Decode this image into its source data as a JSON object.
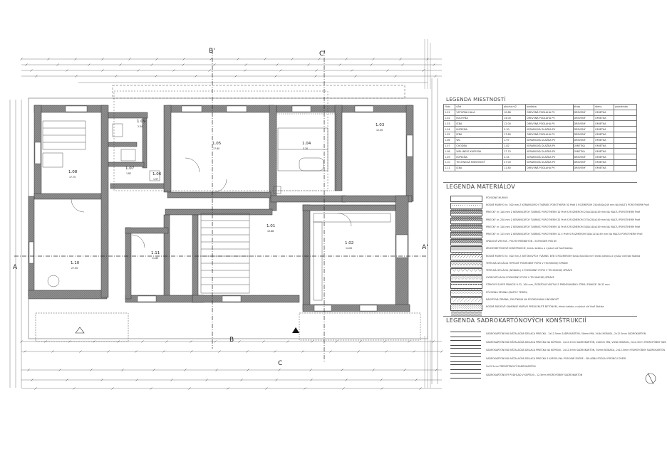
{
  "section_marks": {
    "A": "A",
    "A_prime": "A'",
    "B_top": "B'",
    "B_bottom": "B",
    "C_top": "C'",
    "C_bottom": "C"
  },
  "rooms": [
    {
      "num": "1.01",
      "area": "10.88"
    },
    {
      "num": "1.02",
      "area": "14.00"
    },
    {
      "num": "1.03",
      "area": "12.00"
    },
    {
      "num": "1.04",
      "area": "5.30"
    },
    {
      "num": "1.05",
      "area": "17.80"
    },
    {
      "num": "1.06",
      "area": "1.97"
    },
    {
      "num": "1.07",
      "area": "1.82"
    },
    {
      "num": "1.08",
      "area": "17.70"
    },
    {
      "num": "1.09",
      "area": "2.54"
    },
    {
      "num": "1.10",
      "area": "27.00"
    },
    {
      "num": "1.11",
      "area": "11.80"
    }
  ],
  "room_table": {
    "title": "LEGENDA MIESTNOSTÍ",
    "headers": [
      "číslo",
      "účel",
      "plocha m2",
      "podlaha",
      "strop",
      "steny",
      "poznámka"
    ],
    "rows": [
      [
        "1.01",
        "VSTUPNÁ HALA",
        "10.88",
        "DREVENÁ PODLAHA PV",
        "DREVENÝ",
        "OMIETKA",
        ""
      ],
      [
        "1.02",
        "KUCHYŇA",
        "14.00",
        "DREVENÁ PODLAHA PV",
        "DREVENÝ",
        "OMIETKA",
        ""
      ],
      [
        "1.03",
        "IZBA",
        "12.00",
        "DREVENÁ PODLAHA PV",
        "DREVENÝ",
        "OMIETKA",
        ""
      ],
      [
        "1.04",
        "KÚPEĽŇA",
        "5.30",
        "KERAMICKÁ DLAŽBA PV",
        "DREVENÝ",
        "OMIETKA",
        ""
      ],
      [
        "1.05",
        "IZBA",
        "17.80",
        "DREVENÁ PODLAHA PV",
        "DREVENÝ",
        "OMIETKA",
        ""
      ],
      [
        "1.06",
        "WC",
        "1.97",
        "KERAMICKÁ DLAŽBA PV",
        "DREVENÝ",
        "OMIETKA",
        ""
      ],
      [
        "1.07",
        "CHODBA",
        "1.82",
        "KERAMICKÁ DLAŽBA PV",
        "OMIETKA",
        "OMIETKA",
        ""
      ],
      [
        "1.08",
        "WELLNESS KÚPEĽŇA",
        "17.70",
        "KERAMICKÁ DLAŽBA PV",
        "OMIETKA",
        "OMIETKA",
        ""
      ],
      [
        "1.09",
        "KÚPEĽŇA",
        "2.54",
        "KERAMICKÁ DLAŽBA PV",
        "DREVENÝ",
        "OMIETKA",
        ""
      ],
      [
        "1.10",
        "TECHNICKÁ MIESTNOSŤ",
        "27.00",
        "KERAMICKÁ DLAŽBA PV",
        "DREVENÝ",
        "OMIETKA",
        ""
      ],
      [
        "1.11",
        "IZBA",
        "11.80",
        "DREVENÁ PODLAHA PV",
        "DREVENÝ",
        "OMIETKA",
        ""
      ]
    ]
  },
  "materials_legend": {
    "title": "LEGENDA MATERIÁLOV",
    "items": [
      {
        "label": "PÔVODNÉ MURIVO",
        "pattern": "dots"
      },
      {
        "label": "NOSNÉ MURIVO hr. 300 mm Z KERAMICKÝCH TVÁRNÍC POROTHERM 30 Profi S ROZMEROM 250x300x249 mm NA MALTU POROTHERM Profi",
        "pattern": "cross"
      },
      {
        "label": "PRIEČKY hr. 100 mm Z KERAMICKÝCH TVÁRNÍC POROTHERM 10 Profi S ROZMEROM 250x100x249 mm NA MALTU POROTHERM Profi",
        "pattern": "cross"
      },
      {
        "label": "PRIEČKY hr. 250 mm Z KERAMICKÝCH TVÁRNÍC POROTHERM 25 Profi S ROZMEROM 375x250x249 mm NA MALTU POROTHERM Profi",
        "pattern": "cross"
      },
      {
        "label": "PRIEČKY hr. 140 mm Z KERAMICKÝCH TVÁRNÍC POROTHERM 14 Profi S ROZMEROM 500x140x249 mm NA MALTU POROTHERM Profi",
        "pattern": "cross"
      },
      {
        "label": "PRIEČKY hr. 115 mm Z KERAMICKÝCH TVÁRNÍC POROTHERM 11.5 Profi S ROZMEROM 500x115x249 mm NA MALTU POROTHERM Profi",
        "pattern": "cross"
      },
      {
        "label": "SPÁDOVÁ VRSTVA - POLYSTYRÉNBETÓN - EXTRUDER PSB 65",
        "pattern": "dense"
      },
      {
        "label": "ŽELEZOBETÓNOVÉ KONŠTRUKCIE, triedu betónu a výstuž viď časť Statika",
        "pattern": "diag"
      },
      {
        "label": "NOSNÉ MURIVO hr. 300 mm Z BETÓNOVÝCH TVÁRNÍC BTB S ROZMEROM 500x250x300 mm triedu betónu a výstuž viď časť Statika",
        "pattern": "diag2"
      },
      {
        "label": "TEPELNÁ IZOLÁCIA TEPELNÝ PODROBNÝ POPIS V TECHNICKEJ SPRÁVE",
        "pattern": "wave"
      },
      {
        "label": "TEPELNÁ IZOLÁCIA (NOBASIL) S PODROBNÝ POPIS V TECHNICKEJ SPRÁVE",
        "pattern": "wave2"
      },
      {
        "label": "HYDROIZOLÁCIA PODROBNÝ POPIS V TECHNICKEJ SPRÁVE",
        "pattern": "line"
      },
      {
        "label": "ŠTRKOVÝ SÚSYP FRAKCIE 8-32, 100 mm, ZÁTAŽOVÁ VRSTVA Z PREMYVANÉHO ŠTRKU FRAKCIE 16-32 mm",
        "pattern": "gravel"
      },
      {
        "label": "PÔVODNÁ ZEMINA (RASTLÝ TERÉN)",
        "pattern": "soil"
      },
      {
        "label": "NÁSYPOVÁ ZEMINA, ZHUTNENÁ NA POŽADOVANÚ ÚNOSNOSŤ",
        "pattern": "hatch"
      },
      {
        "label": "NOSNÉ RÁDIOVÉ KAMENNÉ MURIVO PREKLENUTÉ BETÓNOM, triedu betónu a výstuž viď časť Statika",
        "pattern": "stone"
      }
    ]
  },
  "drywall_legend": {
    "title": "LEGENDA SADROKARTÓNOVÝCH KONŠTRUKCIÍ",
    "items": [
      {
        "label": "SADROKARTÓNOVÁ INŠTALAČNÁ DELIACA PRIEČKA - 2x12.5mm SADROKARTÓN, 50mm MW, VLNA NOBASIL, 2x12.5mm SADROKARTÓN"
      },
      {
        "label": "SADROKARTÓNOVÁ INŠTALAČNÁ DELIACA PRIEČKA NA KÚPEĽNI - 2x12.5mm SADROKARTÓN, 100mm MW, VLNA NOBASIL, 2x12.5mm HYDROFÓBNY SDK"
      },
      {
        "label": "SADROKARTÓNOVÁ INŠTALAČNÁ DELIACA PRIEČKA NA KÚPEĽNI - 2x12.5mm SADROKARTÓN, 50mm NOBASIL, 2x12.5mm HYDROFÓBNY SADROKARTÓN"
      },
      {
        "label": "SADROKARTÓNOVÁ INŠTALAČNÁ DELIACA PRIEČKA S KAPSOU NA POSUVNÉ DVERE - SKLADBA PODĽA VÝROBCU DVERÍ"
      },
      {
        "label": "2x12.5mm PREDSTENOVÝ SADROKARTÓN"
      },
      {
        "label": "SADROKARTÓNOVÝ PODHĽAD V KÚPEĽNI - 12.5mm HYDROFÓBNY SADROKARTÓN"
      }
    ]
  },
  "colors": {
    "wall_fill": "#8c8c8c",
    "line": "#333333",
    "dim_line": "#555555",
    "paper": "#ffffff"
  }
}
